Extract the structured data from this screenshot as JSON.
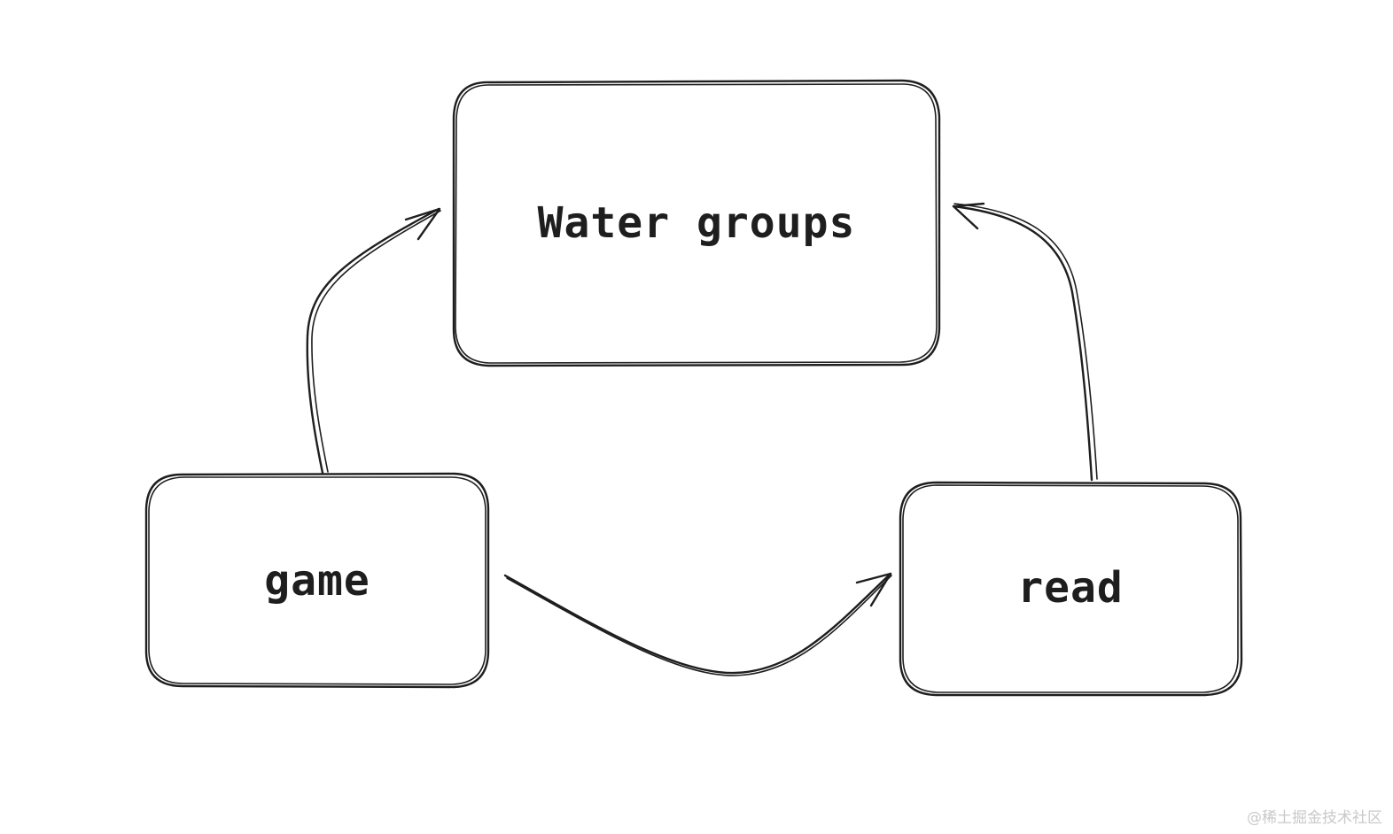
{
  "nodes": {
    "water_groups": {
      "label": "Water groups"
    },
    "game": {
      "label": "game"
    },
    "read": {
      "label": "read"
    }
  },
  "edges": [
    {
      "from": "game",
      "to": "water_groups"
    },
    {
      "from": "game",
      "to": "read"
    },
    {
      "from": "read",
      "to": "water_groups"
    }
  ],
  "watermark": "@稀土掘金技术社区",
  "colors": {
    "stroke": "#1e1e1e",
    "background": "#ffffff",
    "watermark": "#c9c9c9"
  }
}
